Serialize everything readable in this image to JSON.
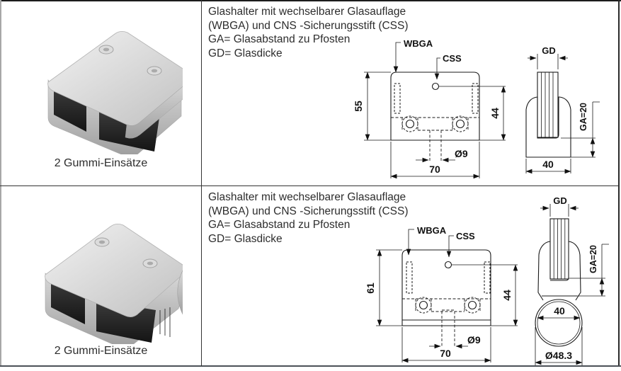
{
  "table": {
    "rows": [
      {
        "photo_caption": "2 Gummi-Einsätze",
        "description": [
          "Glashalter mit wechselbarer Glasauflage",
          "(WBGA) und CNS -Sicherungsstift (CSS)",
          "GA= Glasabstand zu Pfosten",
          "GD= Glasdicke"
        ],
        "front_view": {
          "label_wbga": "WBGA",
          "label_css": "CSS",
          "dim_height": "55",
          "dim_pin_height": "44",
          "dim_hole_dia": "Ø9",
          "dim_width": "70"
        },
        "side_view": {
          "label_gd": "GD",
          "dim_ga": "GA=20",
          "dim_width": "40"
        }
      },
      {
        "photo_caption": "2 Gummi-Einsätze",
        "description": [
          "Glashalter mit wechselbarer Glasauflage",
          "(WBGA) und CNS -Sicherungsstift (CSS)",
          "GA= Glasabstand zu Pfosten",
          "GD= Glasdicke"
        ],
        "front_view": {
          "label_wbga": "WBGA",
          "label_css": "CSS",
          "dim_height": "61",
          "dim_pin_height": "44",
          "dim_hole_dia": "Ø9",
          "dim_width": "70"
        },
        "side_view": {
          "label_gd": "GD",
          "dim_ga": "GA=20",
          "dim_clamp_width": "40",
          "dim_tube_dia": "Ø48.3"
        }
      }
    ]
  }
}
